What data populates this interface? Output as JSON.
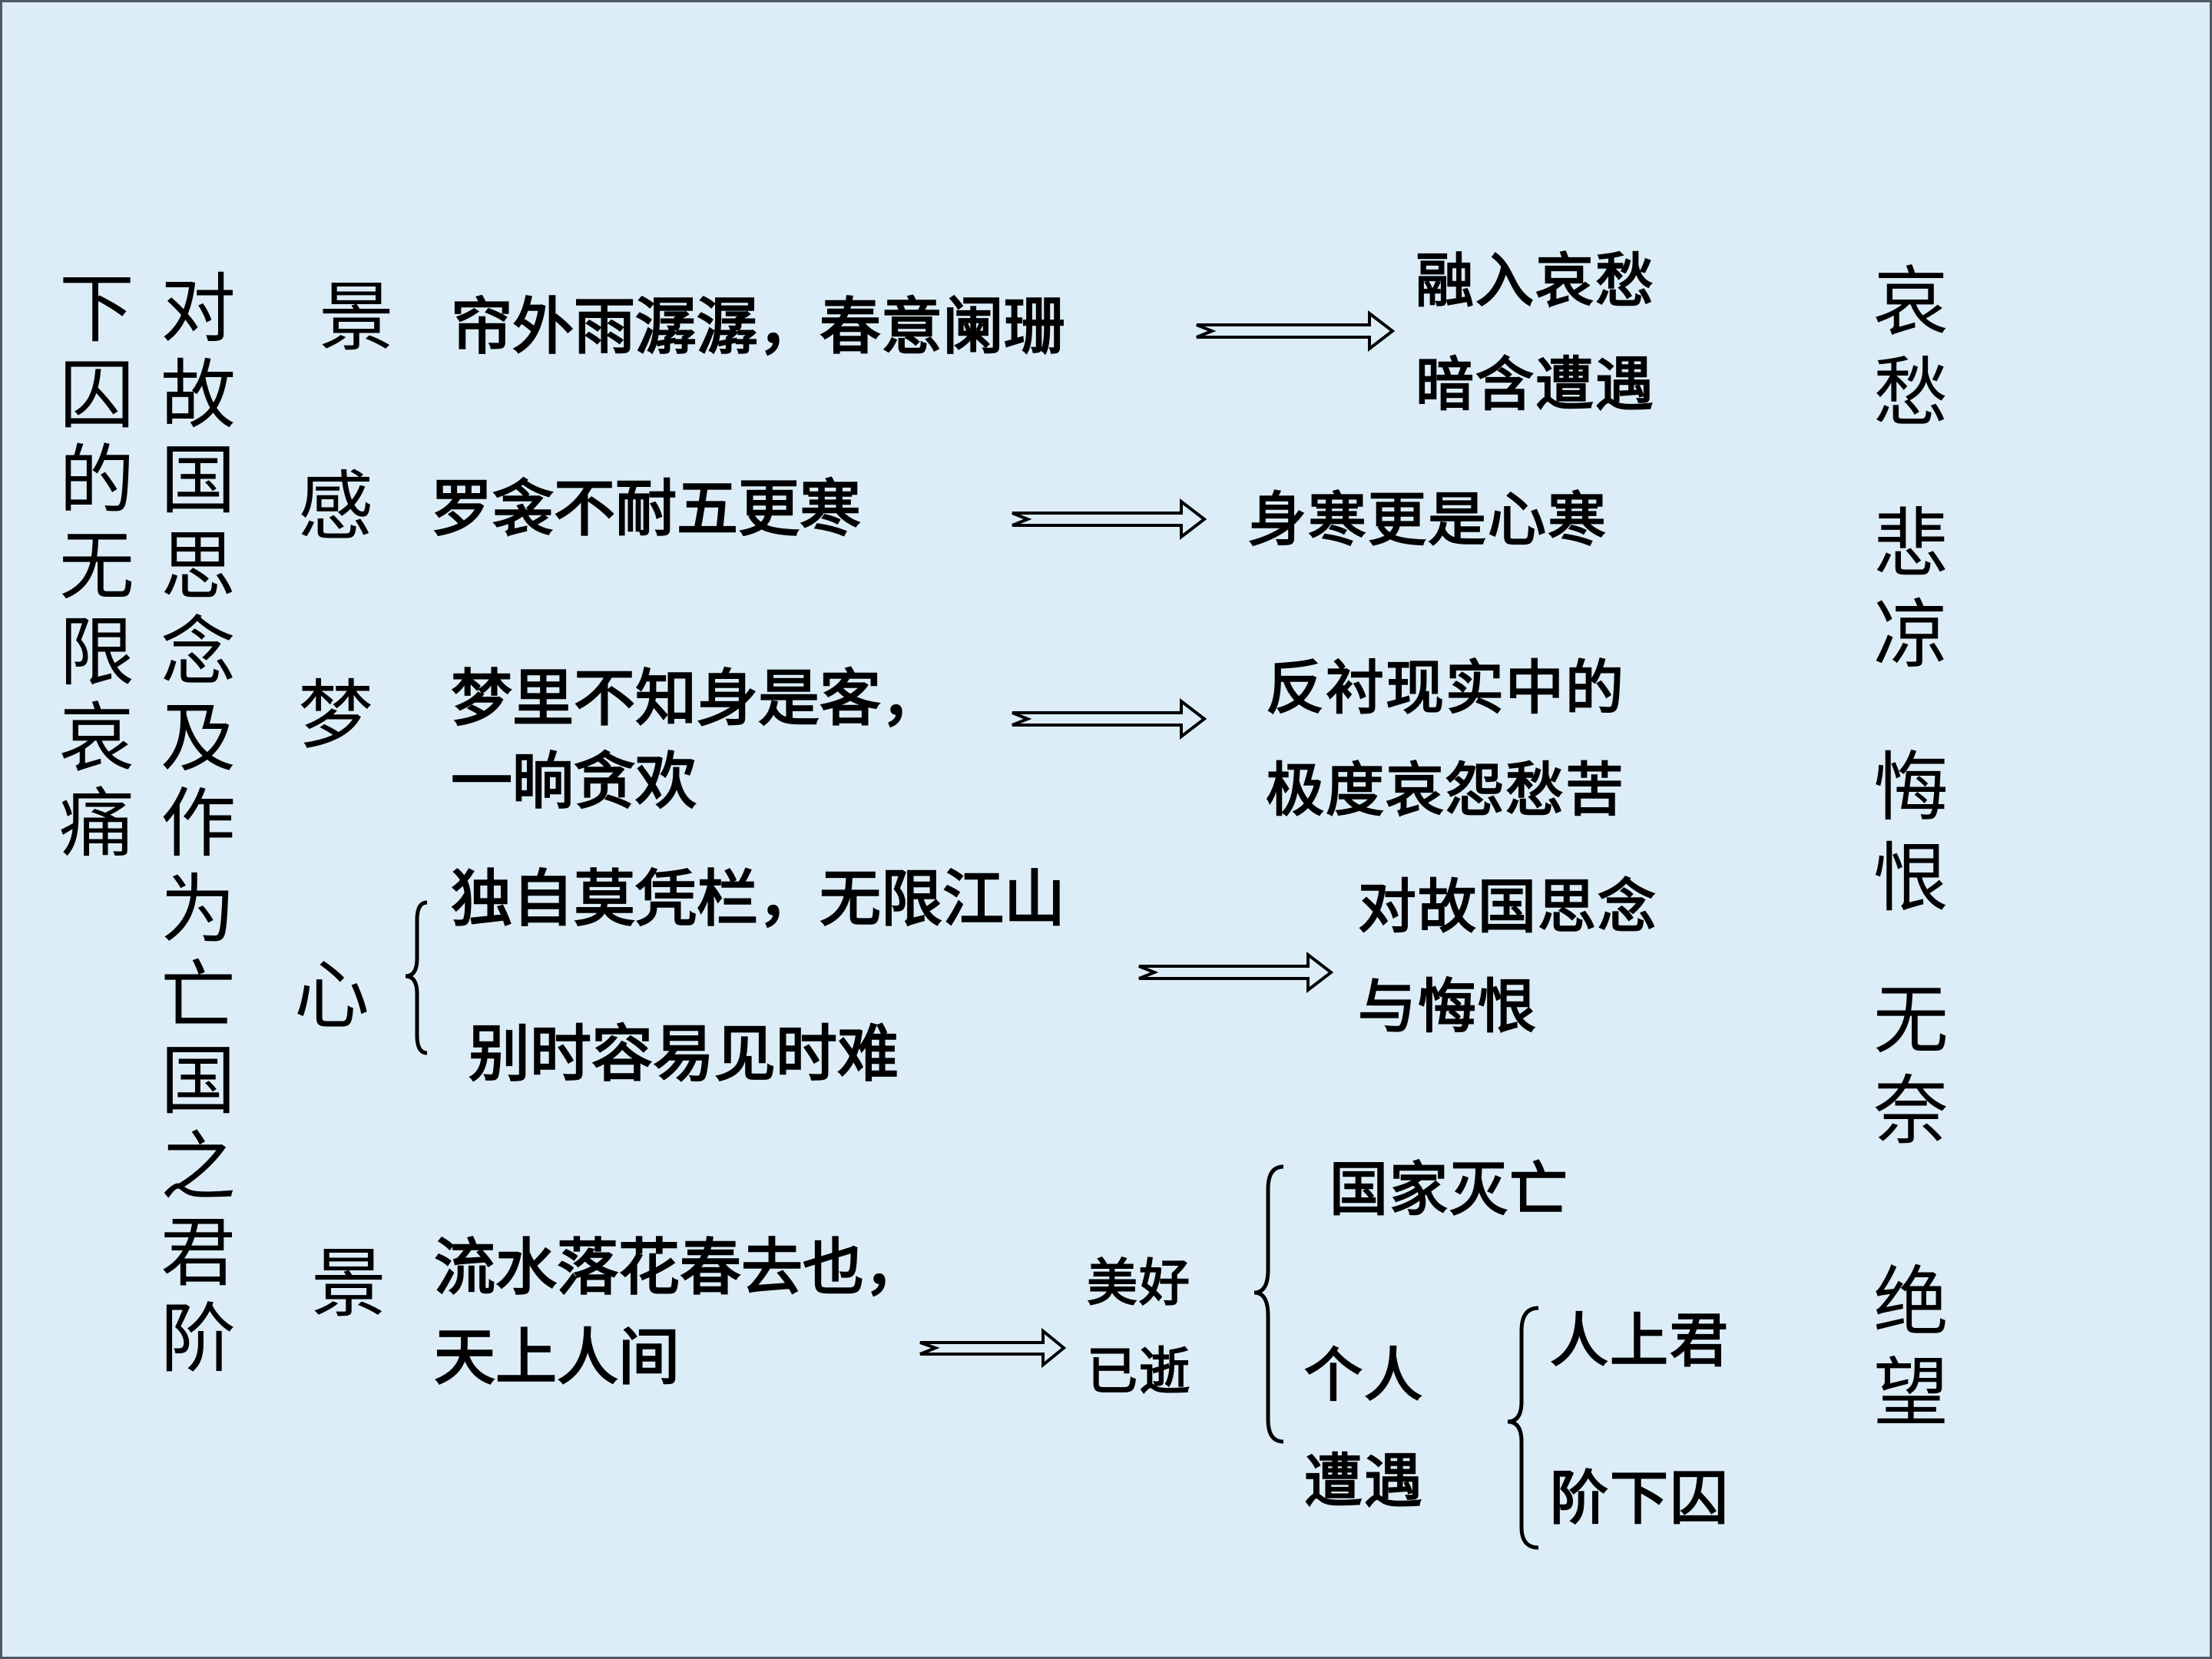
{
  "left_cols": {
    "outer": "下囚的无限哀痛",
    "inner": "对故国思念及作为亡国之君阶"
  },
  "rows": [
    {
      "key": "景",
      "lines": [
        "帘外雨潺潺，春意阑珊"
      ],
      "result": [
        "融入哀愁",
        "暗含遭遇"
      ]
    },
    {
      "key": "感",
      "lines": [
        "罗衾不耐五更寒"
      ],
      "result": [
        "身寒更是心寒"
      ]
    },
    {
      "key": "梦",
      "lines": [
        "梦里不知身是客，",
        "一晌贪欢"
      ],
      "result": [
        "反衬现实中的",
        "极度哀怨愁苦"
      ]
    },
    {
      "key": "心",
      "lines": [
        "独自莫凭栏，无限江山",
        "别时容易见时难"
      ],
      "result": [
        "对故国思念",
        "与悔恨"
      ]
    },
    {
      "key": "景",
      "lines": [
        "流水落花春去也，",
        "天上人间"
      ],
      "mid": [
        "美好",
        "已逝"
      ],
      "branches": {
        "top": "国家灭亡",
        "personal": [
          "个人",
          "遭遇"
        ],
        "sub": [
          "人上君",
          "阶下囚"
        ]
      }
    }
  ],
  "feelings": [
    "哀愁",
    "悲凉",
    "悔恨",
    "无奈",
    "绝望"
  ]
}
